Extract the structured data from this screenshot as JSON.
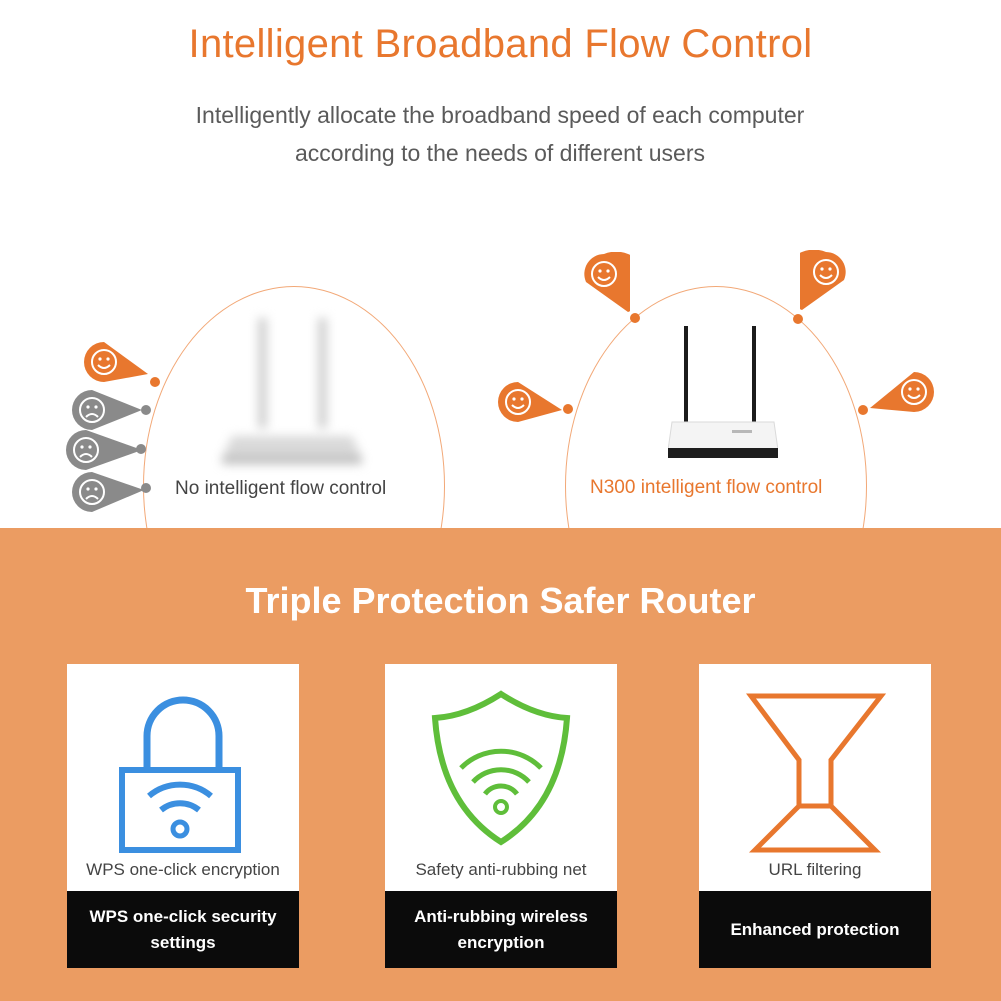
{
  "header": {
    "title": "Intelligent Broadband Flow Control",
    "subtitle": "Intelligently allocate the broadband speed of each computer according to the needs of different users"
  },
  "comparison": {
    "left_caption": "No intelligent flow control",
    "right_caption": "N300 intelligent flow control"
  },
  "protection": {
    "title": "Triple Protection Safer Router",
    "cards": [
      {
        "icon": "lock-wifi-icon",
        "label": "WPS one-click encryption",
        "description": "WPS one-click security settings"
      },
      {
        "icon": "shield-wifi-icon",
        "label": "Safety anti-rubbing net",
        "description": "Anti-rubbing wireless encryption"
      },
      {
        "icon": "funnel-filter-icon",
        "label": "URL filtering",
        "description": "Enhanced protection"
      }
    ]
  },
  "colors": {
    "accent": "#e8772e",
    "band": "#eb9c62",
    "lock_blue": "#3b8fe0",
    "shield_green": "#5fbe3a",
    "inactive_gray": "#8a8a8a"
  }
}
